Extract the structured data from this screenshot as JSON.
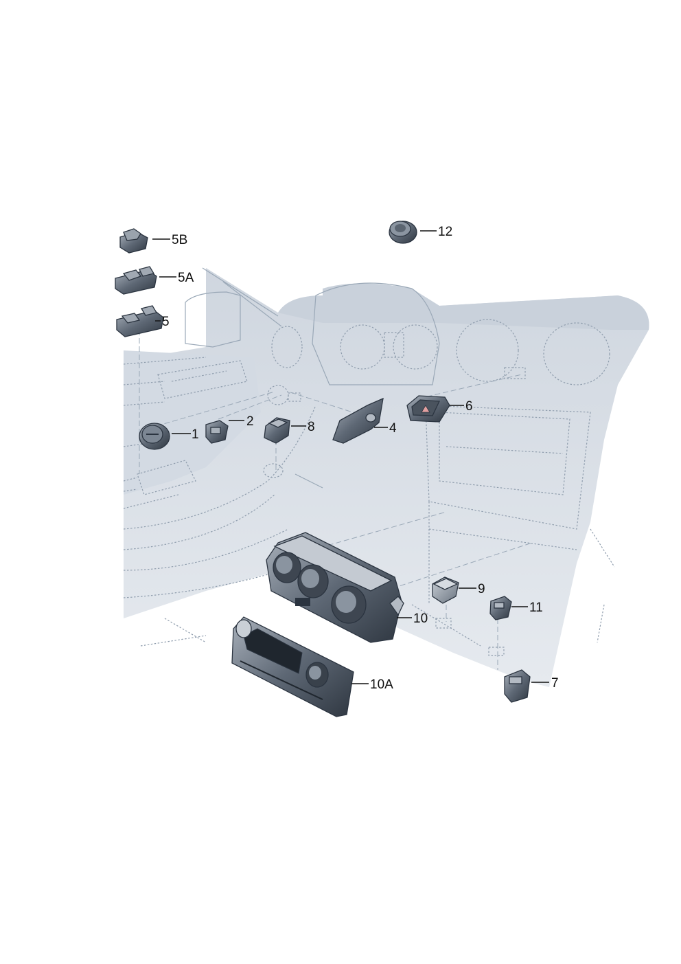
{
  "callouts": {
    "c1": "1",
    "c2": "2",
    "c4": "4",
    "c5": "5",
    "c5a": "5A",
    "c5b": "5B",
    "c6": "6",
    "c7": "7",
    "c8": "8",
    "c9": "9",
    "c10": "10",
    "c10a": "10A",
    "c11": "11",
    "c12": "12"
  },
  "colors": {
    "dash_fill": "#d7dde5",
    "dash_fill_dark": "#c5cdd8",
    "ghost_line": "#8f9dad",
    "part_dark": "#3c4551",
    "part_mid": "#6d7784",
    "part_light": "#b3bac3",
    "hazard_red": "#e2a0a0"
  }
}
